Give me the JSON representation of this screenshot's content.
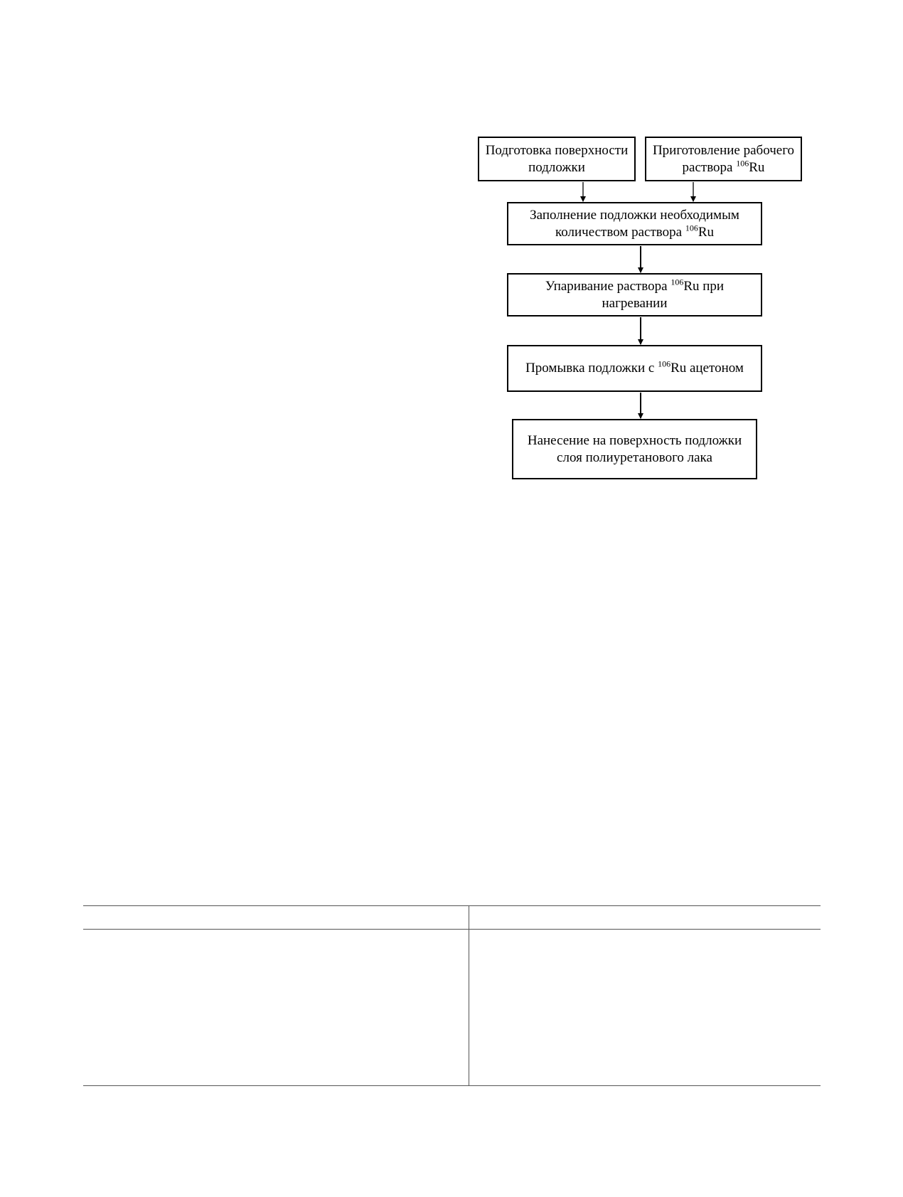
{
  "flowchart": {
    "steps": [
      {
        "id": "b1",
        "text": "Подготовка поверхности подложки"
      },
      {
        "id": "b2",
        "pre": "Приготовление рабочего раствора ",
        "sup": "106",
        "post": "Ru"
      },
      {
        "id": "b3",
        "pre": "Заполнение подложки необходимым количеством раствора ",
        "sup": "106",
        "post": "Ru"
      },
      {
        "id": "b4",
        "pre": "Упаривание раствора ",
        "sup": "106",
        "post": "Ru при нагревании"
      },
      {
        "id": "b5",
        "pre": "Промывка подложки с ",
        "sup": "106",
        "post": "Ru ацетоном"
      },
      {
        "id": "b6",
        "text": "Нанесение на поверхность подложки слоя полиуретанового лака"
      }
    ],
    "edges": [
      {
        "from": "b1",
        "to": "b3"
      },
      {
        "from": "b2",
        "to": "b3"
      },
      {
        "from": "b3",
        "to": "b4"
      },
      {
        "from": "b4",
        "to": "b5"
      },
      {
        "from": "b5",
        "to": "b6"
      }
    ]
  }
}
